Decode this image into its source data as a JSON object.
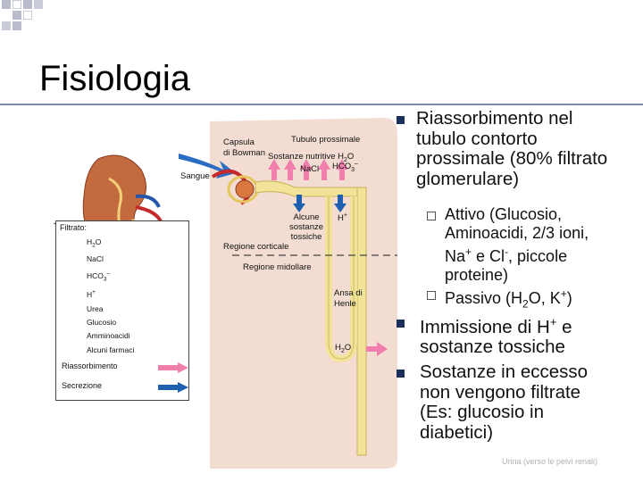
{
  "slide": {
    "title": "Fisiologia"
  },
  "diagram": {
    "capsula_line1": "Capsula",
    "capsula_line2": "di Bowman",
    "tubulo_label": "Tubulo prossimale",
    "sostanze_label": "Sostanze nutritive H",
    "sostanze_sub": "2",
    "sostanze_tail": "O",
    "nacl_label": "NaCl",
    "hco3_label": "HCO",
    "hco3_sub": "3",
    "hco3_sup": "–",
    "sangue_label": "Sangue",
    "alcune_line1": "Alcune",
    "alcune_line2": "sostanze",
    "alcune_line3": "tossiche",
    "h_plus_label": "H",
    "h_plus_sup": "+",
    "regione_corticale": "Regione corticale",
    "regione_midollare": "Regione midollare",
    "ansa_line1": "Ansa di",
    "ansa_line2": "Henle",
    "h2o_label": "H",
    "h2o_sub": "2",
    "h2o_tail": "O"
  },
  "legend": {
    "filtrato_title": "Filtrato:",
    "items": [
      {
        "base": "H",
        "sub": "2",
        "tail": "O",
        "sup": ""
      },
      {
        "base": "NaCl",
        "sub": "",
        "tail": "",
        "sup": ""
      },
      {
        "base": "HCO",
        "sub": "3",
        "tail": "",
        "sup": "–"
      },
      {
        "base": "H",
        "sub": "",
        "tail": "",
        "sup": "+"
      },
      {
        "base": "Urea",
        "sub": "",
        "tail": "",
        "sup": ""
      },
      {
        "base": "Glucosio",
        "sub": "",
        "tail": "",
        "sup": ""
      },
      {
        "base": "Amminoacidi",
        "sub": "",
        "tail": "",
        "sup": ""
      },
      {
        "base": "Alcuni farmaci",
        "sub": "",
        "tail": "",
        "sup": ""
      }
    ],
    "riassorbimento": "Riassorbimento",
    "secrezione": "Secrezione",
    "riassorbimento_color": "#f07fae",
    "secrezione_color": "#1f5fb0"
  },
  "bullets": {
    "b1": "Riassorbimento nel tubulo contorto prossimale (80% filtrato glomerulare)",
    "s1_line1": "Attivo (Glucosio,",
    "s1_line2": "Aminoacidi, 2/3 ioni,",
    "s1_line3_a": "Na",
    "s1_line3_sup1": "+",
    "s1_line3_b": " e Cl",
    "s1_line3_sup2": "-",
    "s1_line3_c": ", piccole",
    "s1_line4": "proteine)",
    "s2_a": "Passivo (H",
    "s2_sub": "2",
    "s2_b": "O, K",
    "s2_sup": "+",
    "s2_c": ")",
    "b2_line1_a": "Immissione di H",
    "b2_line1_sup": "+",
    "b2_line1_b": " e",
    "b2_line2": "sostanze tossiche",
    "b3_line1": "Sostanze in eccesso",
    "b3_line2": "non vengono filtrate",
    "b3_line3": "(Es: glucosio in",
    "b3_line4": "diabetici)"
  },
  "footer": {
    "note": "Urina (verso le pelvi renali)"
  },
  "colors": {
    "accent_navy": "#1a2f5a",
    "deco_gray": "#b8bccb",
    "tissue": "#f3ddd2",
    "tubule_yellow": "#f2e39a"
  }
}
